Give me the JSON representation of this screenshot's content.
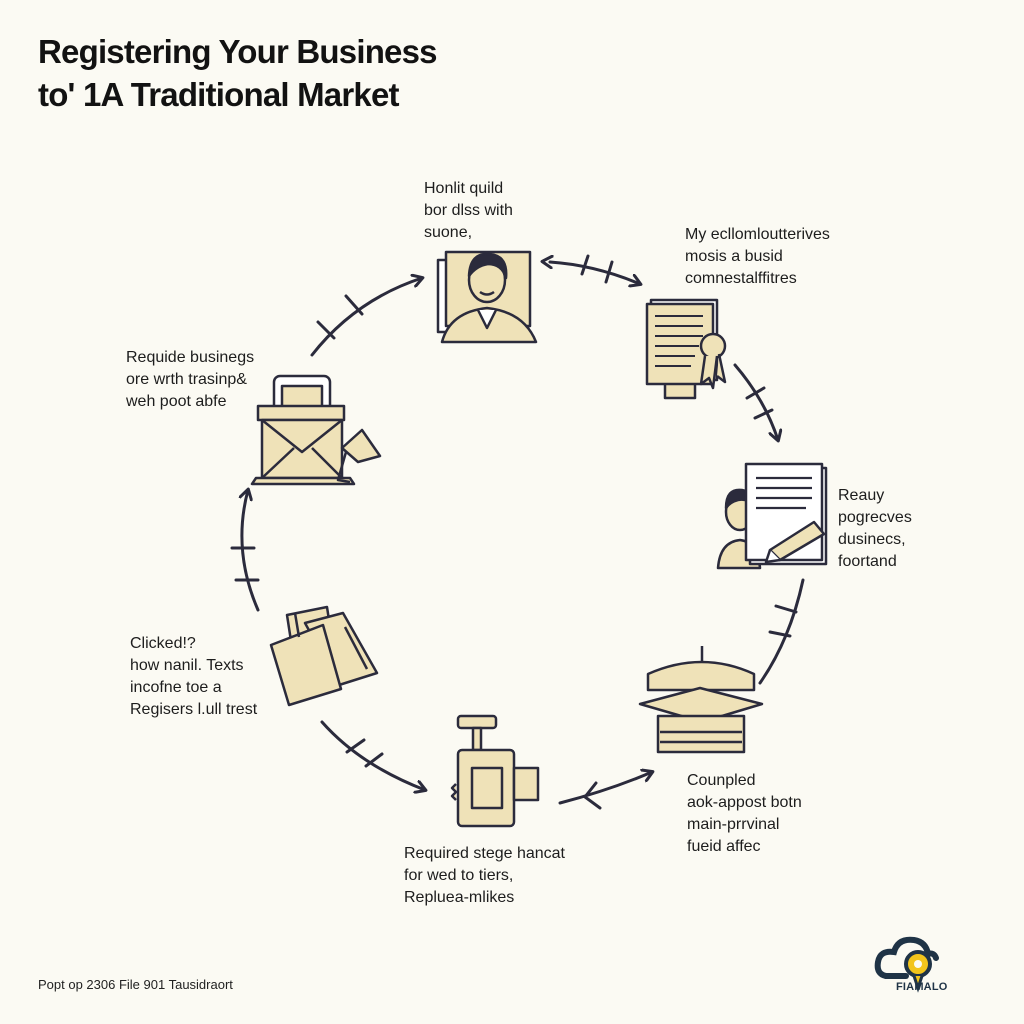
{
  "title": {
    "line1": "Registering Your Business",
    "line2": "to' 1A Traditional Market"
  },
  "steps": [
    {
      "icon": "person-document-icon",
      "lines": [
        "Honlit quild",
        "bor dlss with",
        "suone,"
      ]
    },
    {
      "icon": "certificate-icon",
      "lines": [
        "My ecllomloutterives",
        "mosis a busid",
        "comnestalffitres"
      ]
    },
    {
      "icon": "person-signing-icon",
      "lines": [
        "Reauy",
        "pogrecves",
        "dusinecs,",
        "foortand"
      ]
    },
    {
      "icon": "market-stall-icon",
      "lines": [
        "Counpled",
        "aok-appost botn",
        "main-prrvinal",
        "fueid affec"
      ]
    },
    {
      "icon": "stamp-icon",
      "lines": [
        "Required stege hancat",
        "for wed to tiers,",
        "Repluea-mlikes"
      ]
    },
    {
      "icon": "documents-stack-icon",
      "lines": [
        "Clicked!?",
        "how nanil. Texts",
        "incofne toe a",
        "Regisers l.ull trest"
      ]
    },
    {
      "icon": "cash-register-icon",
      "lines": [
        "Requide businegs",
        "ore wrth trasinp&",
        "weh poot abfe"
      ]
    }
  ],
  "footer": "Popt op 2306 File 901 Tausidraort",
  "logo": {
    "text": "FIAMALO",
    "icon": "cloud-pin-icon"
  },
  "colors": {
    "background": "#fbfaf3",
    "icon_fill": "#efe2b8",
    "stroke": "#2b2b3c",
    "logo_blue": "#1f3346",
    "logo_yellow": "#f2c41c"
  }
}
